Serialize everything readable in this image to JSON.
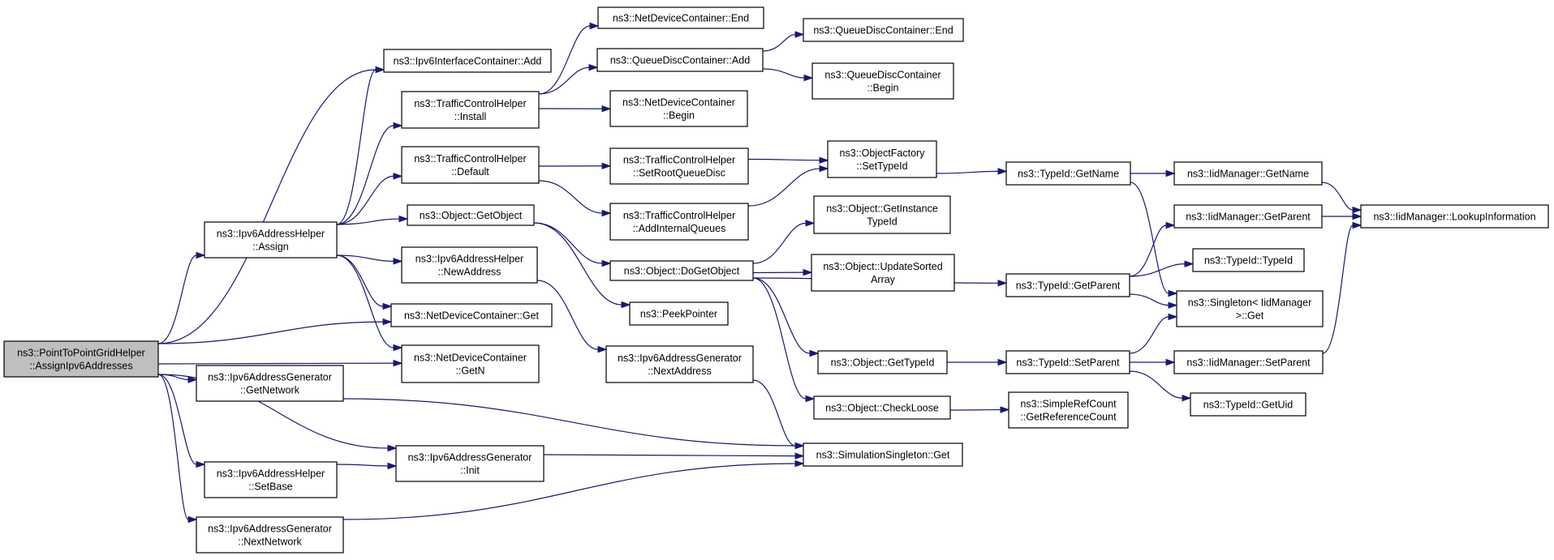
{
  "graph": {
    "colors": {
      "edge": "#191970",
      "root_fill": "#bfbfbf",
      "node_fill": "#ffffff",
      "node_border": "#000000"
    },
    "nodes": [
      {
        "id": "root",
        "lines": [
          "ns3::PointToPointGridHelper",
          "::AssignIpv6Addresses"
        ],
        "root": true
      },
      {
        "id": "ipv6ic_add",
        "lines": [
          "ns3::Ipv6InterfaceContainer::Add"
        ]
      },
      {
        "id": "ipv6ah_assign",
        "lines": [
          "ns3::Ipv6AddressHelper",
          "::Assign"
        ]
      },
      {
        "id": "ndc_get",
        "lines": [
          "ns3::NetDeviceContainer::Get"
        ]
      },
      {
        "id": "ndc_getn",
        "lines": [
          "ns3::NetDeviceContainer",
          "::GetN"
        ]
      },
      {
        "id": "ipv6ag_getnetwork",
        "lines": [
          "ns3::Ipv6AddressGenerator",
          "::GetNetwork"
        ]
      },
      {
        "id": "ipv6ag_init",
        "lines": [
          "ns3::Ipv6AddressGenerator",
          "::Init"
        ]
      },
      {
        "id": "ipv6ah_setbase",
        "lines": [
          "ns3::Ipv6AddressHelper",
          "::SetBase"
        ]
      },
      {
        "id": "ipv6ag_nextnetwork",
        "lines": [
          "ns3::Ipv6AddressGenerator",
          "::NextNetwork"
        ]
      },
      {
        "id": "tch_install",
        "lines": [
          "ns3::TrafficControlHelper",
          "::Install"
        ]
      },
      {
        "id": "tch_default",
        "lines": [
          "ns3::TrafficControlHelper",
          "::Default"
        ]
      },
      {
        "id": "obj_getobject",
        "lines": [
          "ns3::Object::GetObject"
        ]
      },
      {
        "id": "ipv6ah_newaddress",
        "lines": [
          "ns3::Ipv6AddressHelper",
          "::NewAddress"
        ]
      },
      {
        "id": "ndc_end",
        "lines": [
          "ns3::NetDeviceContainer::End"
        ]
      },
      {
        "id": "qdc_add",
        "lines": [
          "ns3::QueueDiscContainer::Add"
        ]
      },
      {
        "id": "ndc_begin",
        "lines": [
          "ns3::NetDeviceContainer",
          "::Begin"
        ]
      },
      {
        "id": "tch_setroot",
        "lines": [
          "ns3::TrafficControlHelper",
          "::SetRootQueueDisc"
        ]
      },
      {
        "id": "tch_addinternal",
        "lines": [
          "ns3::TrafficControlHelper",
          "::AddInternalQueues"
        ]
      },
      {
        "id": "obj_dogetobject",
        "lines": [
          "ns3::Object::DoGetObject"
        ]
      },
      {
        "id": "peekpointer",
        "lines": [
          "ns3::PeekPointer"
        ]
      },
      {
        "id": "ipv6ag_nextaddress",
        "lines": [
          "ns3::Ipv6AddressGenerator",
          "::NextAddress"
        ]
      },
      {
        "id": "qdc_end",
        "lines": [
          "ns3::QueueDiscContainer::End"
        ]
      },
      {
        "id": "qdc_begin",
        "lines": [
          "ns3::QueueDiscContainer",
          "::Begin"
        ]
      },
      {
        "id": "of_settypeid",
        "lines": [
          "ns3::ObjectFactory",
          "::SetTypeId"
        ]
      },
      {
        "id": "obj_getinstancetypeid",
        "lines": [
          "ns3::Object::GetInstance",
          "TypeId"
        ]
      },
      {
        "id": "obj_updatesorted",
        "lines": [
          "ns3::Object::UpdateSorted",
          "Array"
        ]
      },
      {
        "id": "obj_gettypeid",
        "lines": [
          "ns3::Object::GetTypeId"
        ]
      },
      {
        "id": "obj_checkloose",
        "lines": [
          "ns3::Object::CheckLoose"
        ]
      },
      {
        "id": "simsingleton_get",
        "lines": [
          "ns3::SimulationSingleton::Get"
        ]
      },
      {
        "id": "typeid_getname",
        "lines": [
          "ns3::TypeId::GetName"
        ]
      },
      {
        "id": "typeid_getparent",
        "lines": [
          "ns3::TypeId::GetParent"
        ]
      },
      {
        "id": "typeid_setparent",
        "lines": [
          "ns3::TypeId::SetParent"
        ]
      },
      {
        "id": "srefcount",
        "lines": [
          "ns3::SimpleRefCount",
          "::GetReferenceCount"
        ]
      },
      {
        "id": "iidm_getname",
        "lines": [
          "ns3::IidManager::GetName"
        ]
      },
      {
        "id": "iidm_getparent",
        "lines": [
          "ns3::IidManager::GetParent"
        ]
      },
      {
        "id": "typeid_typeid",
        "lines": [
          "ns3::TypeId::TypeId"
        ]
      },
      {
        "id": "singleton_get",
        "lines": [
          "ns3::Singleton< IidManager",
          " >::Get"
        ]
      },
      {
        "id": "iidm_setparent",
        "lines": [
          "ns3::IidManager::SetParent"
        ]
      },
      {
        "id": "typeid_getuid",
        "lines": [
          "ns3::TypeId::GetUid"
        ]
      },
      {
        "id": "iidm_lookup",
        "lines": [
          "ns3::IidManager::LookupInformation"
        ]
      }
    ],
    "edges": [
      [
        "root",
        "ipv6ic_add"
      ],
      [
        "root",
        "ipv6ah_assign"
      ],
      [
        "root",
        "ndc_get"
      ],
      [
        "root",
        "ndc_getn"
      ],
      [
        "root",
        "ipv6ag_getnetwork"
      ],
      [
        "root",
        "ipv6ag_init"
      ],
      [
        "root",
        "ipv6ah_setbase"
      ],
      [
        "root",
        "ipv6ag_nextnetwork"
      ],
      [
        "ipv6ah_assign",
        "ipv6ic_add"
      ],
      [
        "ipv6ah_assign",
        "tch_install"
      ],
      [
        "ipv6ah_assign",
        "tch_default"
      ],
      [
        "ipv6ah_assign",
        "obj_getobject"
      ],
      [
        "ipv6ah_assign",
        "ipv6ah_newaddress"
      ],
      [
        "ipv6ah_assign",
        "ndc_get"
      ],
      [
        "ipv6ah_assign",
        "ndc_getn"
      ],
      [
        "tch_install",
        "ndc_end"
      ],
      [
        "tch_install",
        "qdc_add"
      ],
      [
        "tch_install",
        "ndc_begin"
      ],
      [
        "tch_default",
        "tch_setroot"
      ],
      [
        "tch_default",
        "tch_addinternal"
      ],
      [
        "obj_getobject",
        "obj_dogetobject"
      ],
      [
        "obj_getobject",
        "peekpointer"
      ],
      [
        "ipv6ah_newaddress",
        "ipv6ag_nextaddress"
      ],
      [
        "ipv6ag_getnetwork",
        "simsingleton_get"
      ],
      [
        "ipv6ag_init",
        "simsingleton_get"
      ],
      [
        "ipv6ah_setbase",
        "ipv6ag_init"
      ],
      [
        "ipv6ag_nextnetwork",
        "simsingleton_get"
      ],
      [
        "qdc_add",
        "qdc_end"
      ],
      [
        "qdc_add",
        "qdc_begin"
      ],
      [
        "tch_setroot",
        "of_settypeid"
      ],
      [
        "tch_addinternal",
        "of_settypeid"
      ],
      [
        "obj_dogetobject",
        "obj_getinstancetypeid"
      ],
      [
        "obj_dogetobject",
        "obj_updatesorted"
      ],
      [
        "obj_dogetobject",
        "typeid_getparent"
      ],
      [
        "obj_dogetobject",
        "obj_gettypeid"
      ],
      [
        "obj_dogetobject",
        "obj_checkloose"
      ],
      [
        "ipv6ag_nextaddress",
        "simsingleton_get"
      ],
      [
        "of_settypeid",
        "typeid_getname"
      ],
      [
        "obj_gettypeid",
        "typeid_setparent"
      ],
      [
        "obj_checkloose",
        "srefcount"
      ],
      [
        "typeid_getname",
        "iidm_getname"
      ],
      [
        "typeid_getname",
        "singleton_get"
      ],
      [
        "typeid_getparent",
        "iidm_getparent"
      ],
      [
        "typeid_getparent",
        "typeid_typeid"
      ],
      [
        "typeid_getparent",
        "singleton_get"
      ],
      [
        "typeid_setparent",
        "singleton_get"
      ],
      [
        "typeid_setparent",
        "iidm_setparent"
      ],
      [
        "typeid_setparent",
        "typeid_getuid"
      ],
      [
        "iidm_getname",
        "iidm_lookup"
      ],
      [
        "iidm_getparent",
        "iidm_lookup"
      ],
      [
        "iidm_setparent",
        "iidm_lookup"
      ]
    ]
  }
}
